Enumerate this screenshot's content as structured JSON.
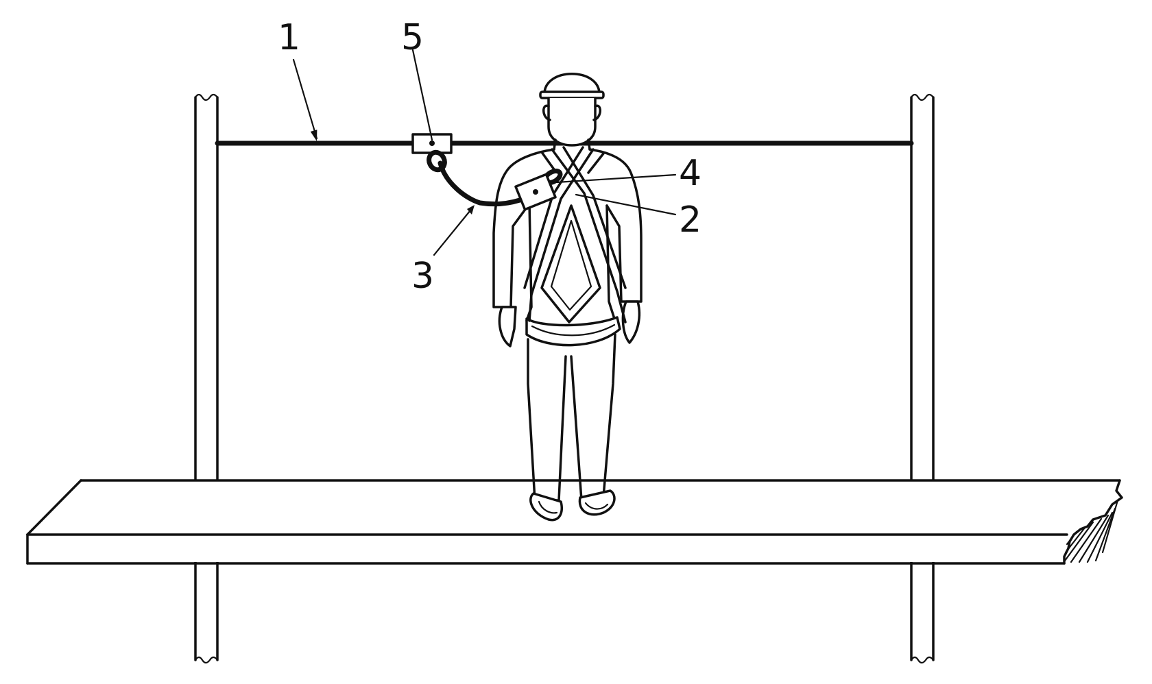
{
  "figure": {
    "labels": [
      {
        "id": "1",
        "text": "1"
      },
      {
        "id": "2",
        "text": "2"
      },
      {
        "id": "3",
        "text": "3"
      },
      {
        "id": "4",
        "text": "4"
      },
      {
        "id": "5",
        "text": "5"
      }
    ]
  },
  "colors": {
    "line": "#111111",
    "background": "#ffffff"
  }
}
